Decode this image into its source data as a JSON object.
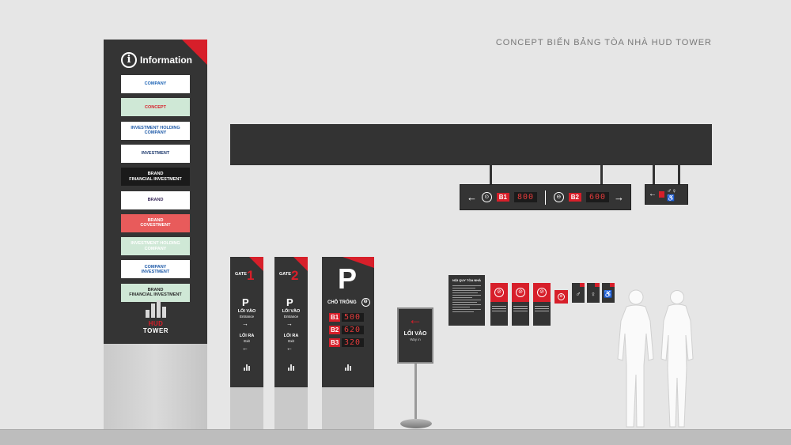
{
  "title": "CONCEPT BIỂN BẢNG TÒA NHÀ HUD TOWER",
  "colors": {
    "accent": "#d71f2a",
    "panel": "#343434",
    "wall": "#e6e6e6"
  },
  "directory": {
    "info_label": "Information",
    "info_icon": "info-icon",
    "tenants": [
      {
        "line1": "COMPANY",
        "line2": "",
        "bg": "#ffffff",
        "fg": "#1c63b5"
      },
      {
        "line1": "CONCEPT",
        "line2": "",
        "bg": "#cfe8d6",
        "fg": "#d71f2a"
      },
      {
        "line1": "INVESTMENT HOLDING",
        "line2": "COMPANY",
        "bg": "#ffffff",
        "fg": "#1e5aa8"
      },
      {
        "line1": "INVESTMENT",
        "line2": "",
        "bg": "#ffffff",
        "fg": "#1e3a6e"
      },
      {
        "line1": "BRAND",
        "line2": "FINANCIAL INVESTMENT",
        "bg": "#1a1a1a",
        "fg": "#ffffff"
      },
      {
        "line1": "BRAND",
        "line2": "",
        "bg": "#ffffff",
        "fg": "#3a2a5a"
      },
      {
        "line1": "BRAND",
        "line2": "COVESTMENT",
        "bg": "#e85b5b",
        "fg": "#ffffff"
      },
      {
        "line1": "INVESTMENT HOLDING",
        "line2": "COMPANY",
        "bg": "#cfe8d6",
        "fg": "#ffffff"
      },
      {
        "line1": "COMPANY",
        "line2": "INVESTMENT",
        "bg": "#ffffff",
        "fg": "#1e5aa8"
      },
      {
        "line1": "BRAND",
        "line2": "FINANCIAL INVESTMENT",
        "bg": "#cfe8d6",
        "fg": "#2a2a2a"
      }
    ],
    "logo_hud": "HUD",
    "logo_tower": "TOWER"
  },
  "hanging_sign": {
    "left_arrow": "←",
    "b1_label": "B1",
    "b1_value": "800",
    "b2_label": "B2",
    "b2_value": "600",
    "right_arrow": "→"
  },
  "wc_sign": {
    "arrow": "←",
    "symbols": "♂♀ ♿"
  },
  "gates": [
    {
      "label": "GATE",
      "num": "1",
      "p": "P",
      "in_vi": "LỐI VÀO",
      "in_en": "Entrance",
      "in_arrow": "→",
      "out_vi": "LỐI RA",
      "out_en": "Exit",
      "out_arrow": "←"
    },
    {
      "label": "GATE",
      "num": "2",
      "p": "P",
      "in_vi": "LỐI VÀO",
      "in_en": "Entrance",
      "in_arrow": "→",
      "out_vi": "LỐI RA",
      "out_en": "Exit",
      "out_arrow": "←"
    }
  ],
  "parking": {
    "p": "P",
    "heading": "CHỖ TRỐNG",
    "rows": [
      {
        "level": "B1",
        "value": "500"
      },
      {
        "level": "B2",
        "value": "620"
      },
      {
        "level": "B3",
        "value": "320"
      }
    ]
  },
  "stand": {
    "arrow": "←",
    "label": "LỐI VÀO",
    "sub": "Way in"
  },
  "rules": {
    "title": "NỘI QUY TÒA NHÀ"
  }
}
